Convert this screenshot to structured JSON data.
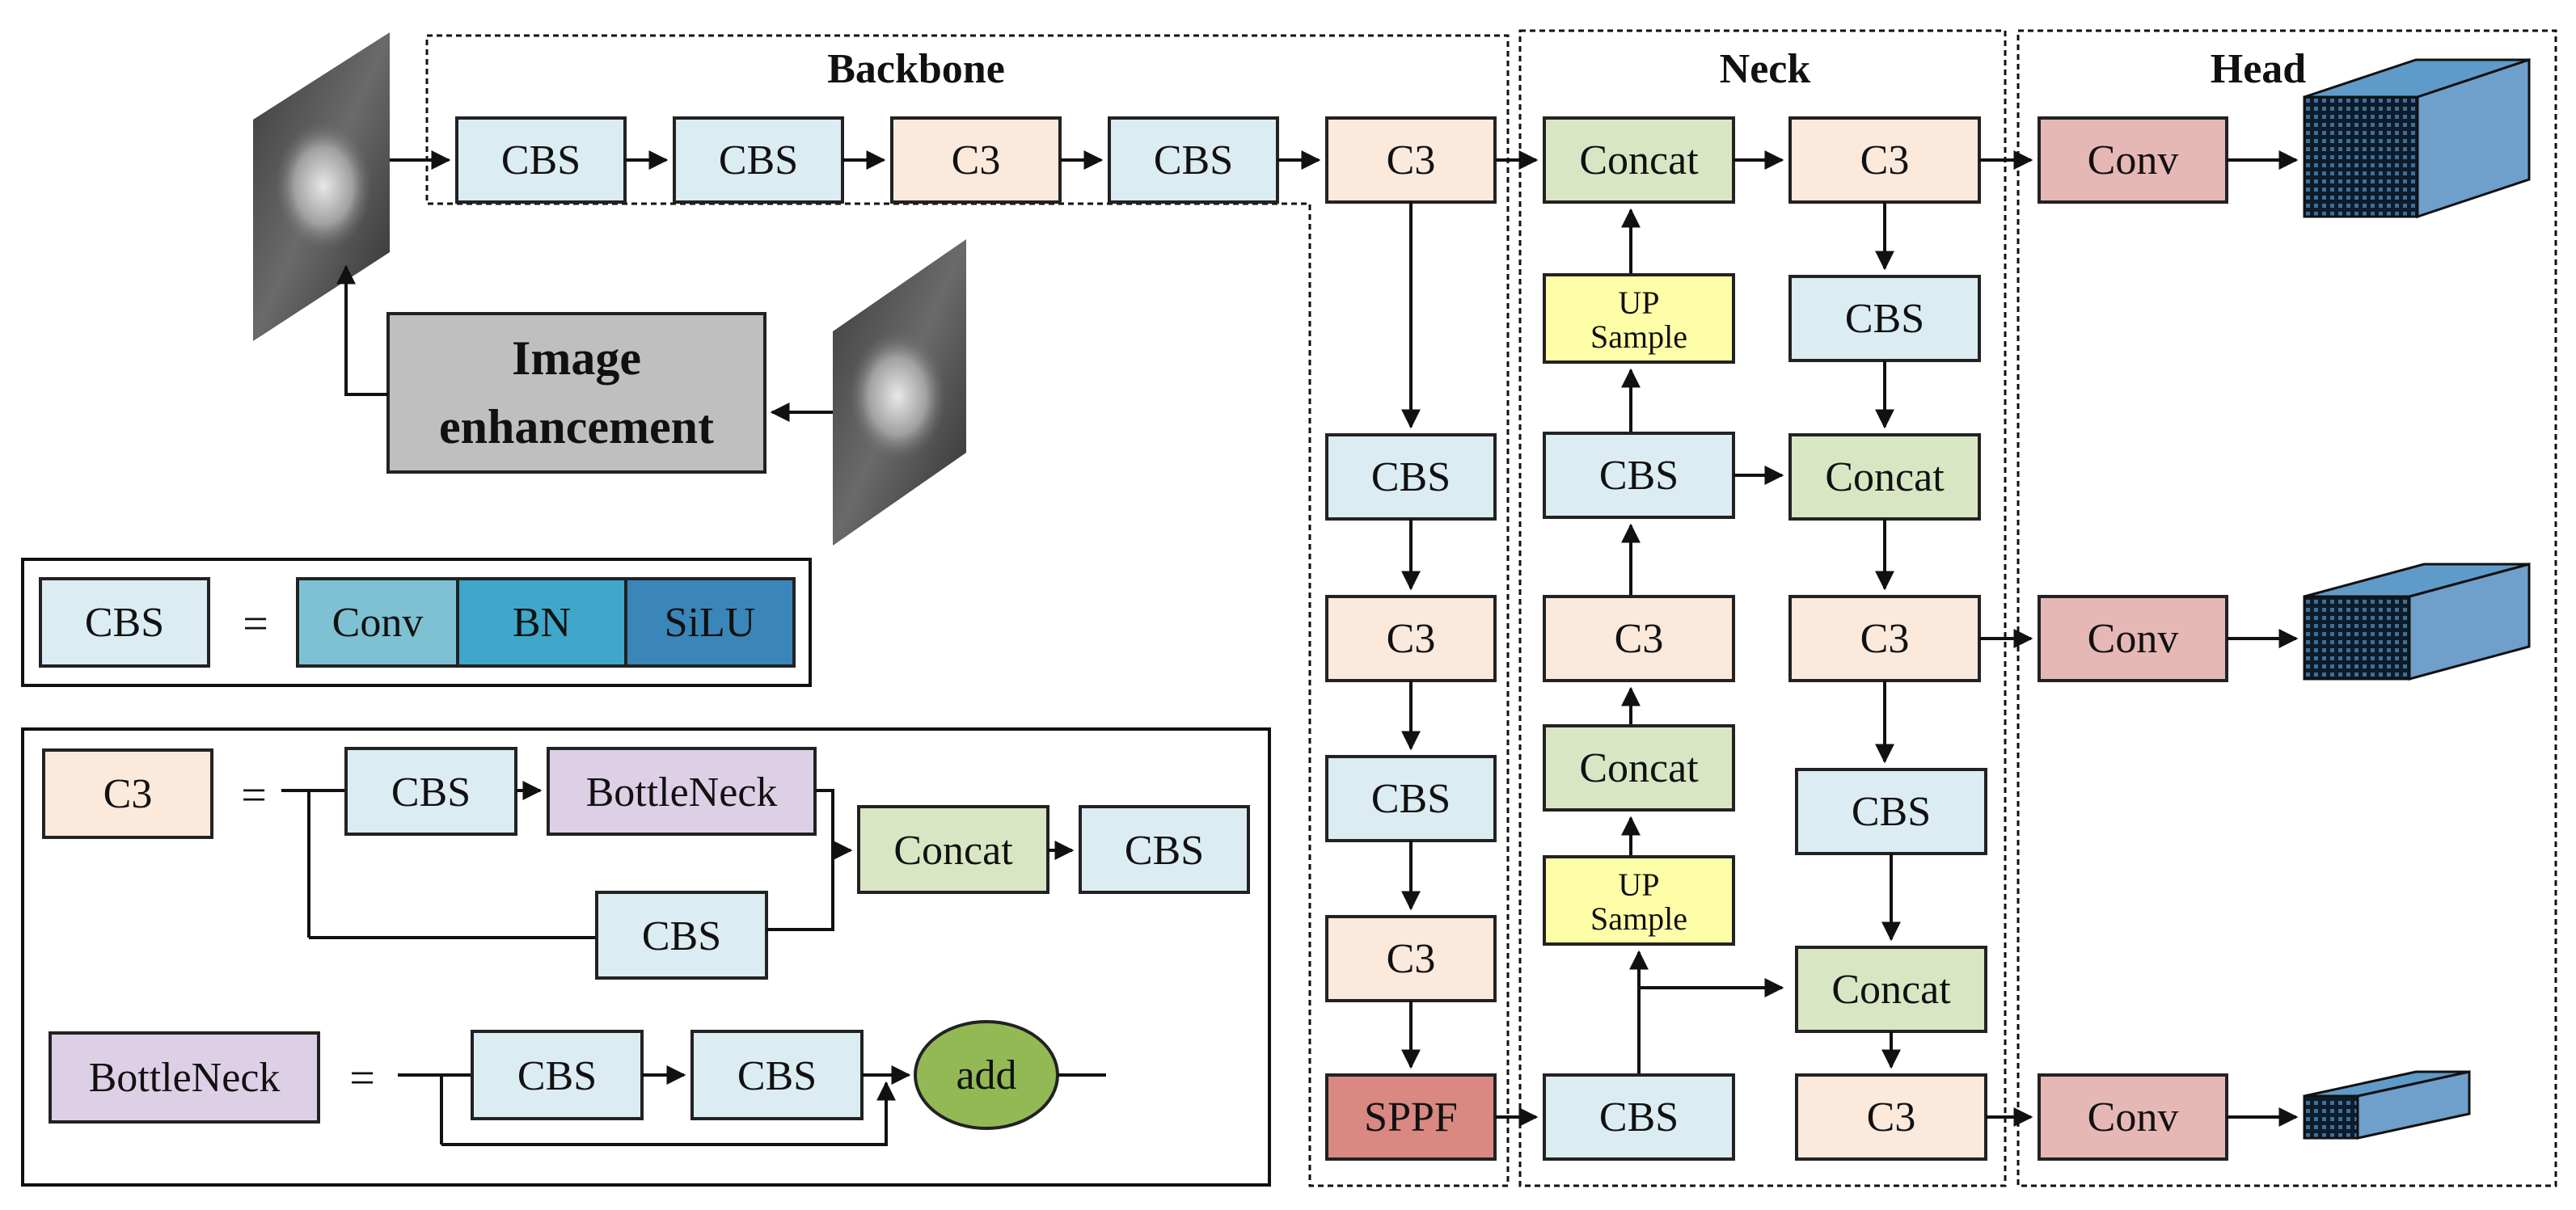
{
  "sections": {
    "backbone": "Backbone",
    "neck": "Neck",
    "head": "Head"
  },
  "labels": {
    "cbs": "CBS",
    "c3": "C3",
    "concat": "Concat",
    "upsample_line1": "UP",
    "upsample_line2": "Sample",
    "sppf": "SPPF",
    "conv": "Conv",
    "image_enhancement_line1": "Image",
    "image_enhancement_line2": "enhancement"
  },
  "legend": {
    "equals": "=",
    "cbs_parts": [
      "Conv",
      "BN",
      "SiLU"
    ],
    "bottleneck": "BottleNeck",
    "add": "add"
  },
  "colors": {
    "cbs": "#dcecf3",
    "c3": "#fbe9dc",
    "concat": "#d9e6c3",
    "upsample": "#fefea8",
    "sppf": "#d98882",
    "conv": "#e6b8b5",
    "enhancement": "#bfbfbf",
    "bottleneck": "#ddd0e6",
    "add": "#93b955",
    "legend_conv": "#7ec1d2",
    "legend_bn": "#3fa7c9",
    "legend_silu": "#3b86b8",
    "cube_front": "#7aaed0",
    "cube_side": "#6f9fcb",
    "stroke": "#222222"
  },
  "icons": {
    "input_image": "grayscale-image-icon",
    "output_feature": "feature-map-cube-icon"
  }
}
